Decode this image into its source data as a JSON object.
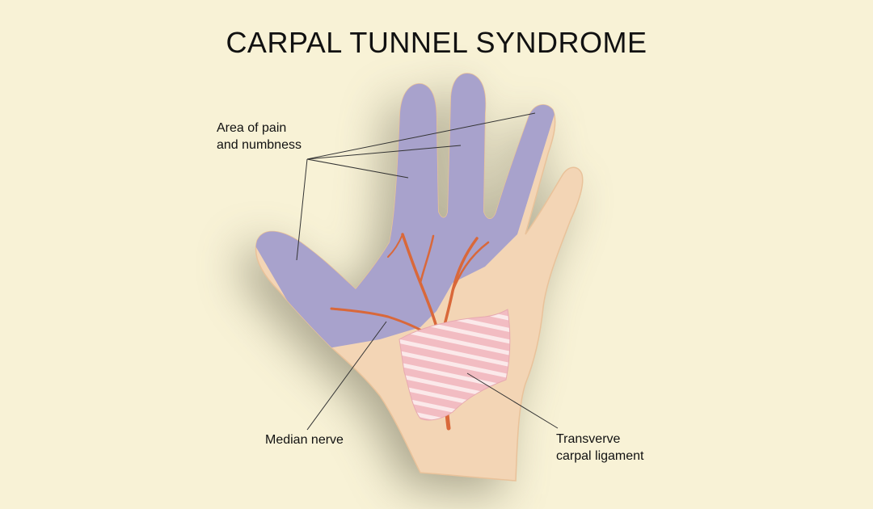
{
  "title": "CARPAL TUNNEL SYNDROME",
  "labels": {
    "pain": {
      "line1": "Area of pain",
      "line2": "and numbness"
    },
    "median_nerve": "Median nerve",
    "ligament": {
      "line1": "Transverve",
      "line2": "carpal ligament"
    }
  },
  "colors": {
    "background": "#f8f2d6",
    "skin": "#f3d5b5",
    "numb_area": "#a8a2cc",
    "nerve": "#d9683a",
    "ligament": "#f3c0c4",
    "leader_line": "#333333"
  }
}
